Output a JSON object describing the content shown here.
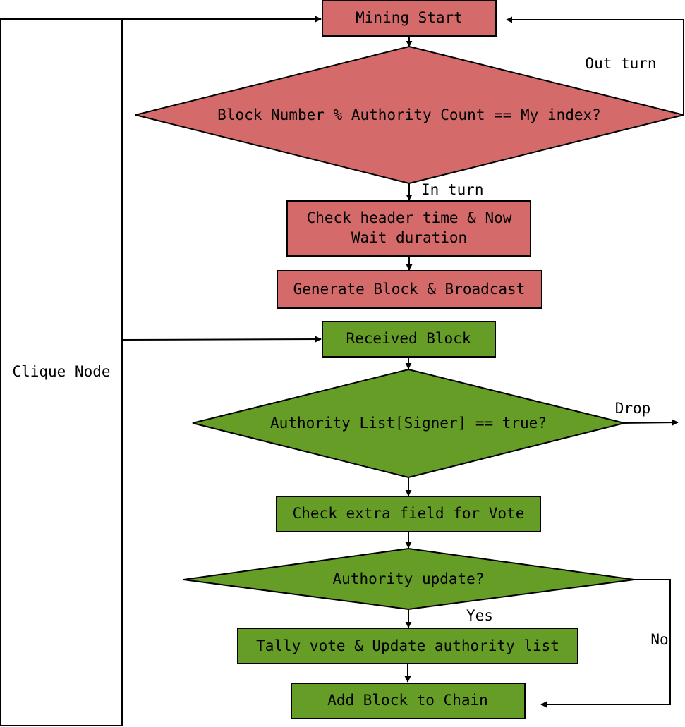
{
  "colors": {
    "red_fill": "#d46a6a",
    "green_fill": "#669d26",
    "stroke": "#000000",
    "background": "#ffffff"
  },
  "diagram": {
    "node_group": "Clique Node",
    "mining": {
      "start": "Mining Start",
      "decision": "Block Number % Authority Count == My index?",
      "out_turn": "Out turn",
      "in_turn": "In turn",
      "check_line1": "Check header time & Now",
      "check_line2": "Wait duration",
      "generate": "Generate Block & Broadcast"
    },
    "receiving": {
      "received": "Received Block",
      "authority_check": "Authority List[Signer] == true?",
      "drop": "Drop",
      "check_extra": "Check extra field for Vote",
      "authority_update": "Authority update?",
      "yes": "Yes",
      "no": "No",
      "tally": "Tally vote & Update authority list",
      "add_block": "Add Block to Chain"
    }
  }
}
